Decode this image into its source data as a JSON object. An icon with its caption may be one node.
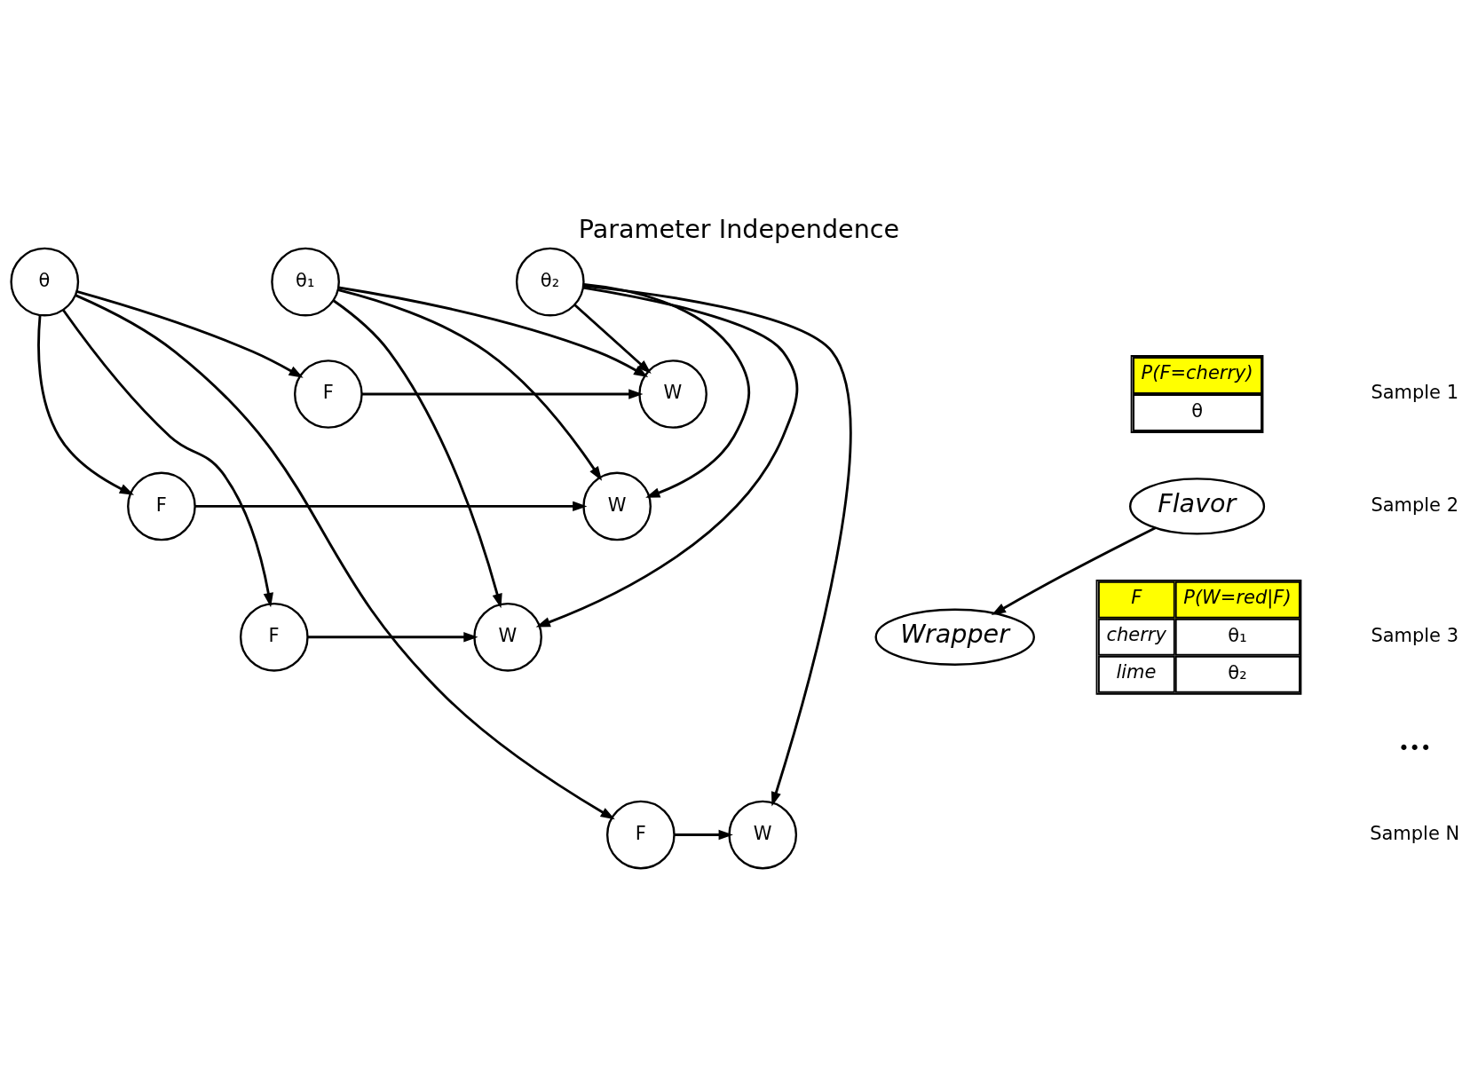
{
  "diagram": {
    "title": "Parameter Independence",
    "nodes": [
      {
        "text": [
          "θ"
        ]
      },
      {
        "text": [
          "θ₁"
        ]
      },
      {
        "text": [
          "θ₂"
        ]
      },
      {
        "text": [
          "F"
        ]
      },
      {
        "text": [
          "F"
        ]
      },
      {
        "text": [
          "F"
        ]
      },
      {
        "text": [
          "F"
        ]
      },
      {
        "text": [
          "W"
        ]
      },
      {
        "text": [
          "W"
        ]
      },
      {
        "text": [
          "W"
        ]
      },
      {
        "text": [
          "W"
        ]
      },
      {
        "text": [
          "Flavor"
        ]
      },
      {
        "text": [
          "Wrapper"
        ]
      }
    ],
    "edges": [
      {
        "from": 0,
        "to": 3,
        "arrow": "to"
      },
      {
        "from": 0,
        "to": 4,
        "arrow": "to"
      },
      {
        "from": 0,
        "to": 5,
        "arrow": "to"
      },
      {
        "from": 0,
        "to": 6,
        "arrow": "to"
      },
      {
        "from": 1,
        "to": 7,
        "arrow": "to"
      },
      {
        "from": 1,
        "to": 8,
        "arrow": "to"
      },
      {
        "from": 1,
        "to": 9,
        "arrow": "to"
      },
      {
        "from": 2,
        "to": 7,
        "arrow": "to"
      },
      {
        "from": 2,
        "to": 8,
        "arrow": "to"
      },
      {
        "from": 2,
        "to": 9,
        "arrow": "to"
      },
      {
        "from": 2,
        "to": 10,
        "arrow": "to"
      },
      {
        "from": 3,
        "to": 7,
        "arrow": "to"
      },
      {
        "from": 4,
        "to": 8,
        "arrow": "to"
      },
      {
        "from": 5,
        "to": 9,
        "arrow": "to"
      },
      {
        "from": 6,
        "to": 10,
        "arrow": "to"
      },
      {
        "from": 11,
        "to": 12,
        "arrow": "to"
      }
    ],
    "labels": [
      "Sample 1",
      "Sample 2",
      "Sample 3",
      "•••",
      "Sample N",
      "P(F=cherry)",
      "θ",
      "F",
      "P(W=red|F)",
      "cherry",
      "θ₁",
      "lime",
      "θ₂"
    ]
  }
}
